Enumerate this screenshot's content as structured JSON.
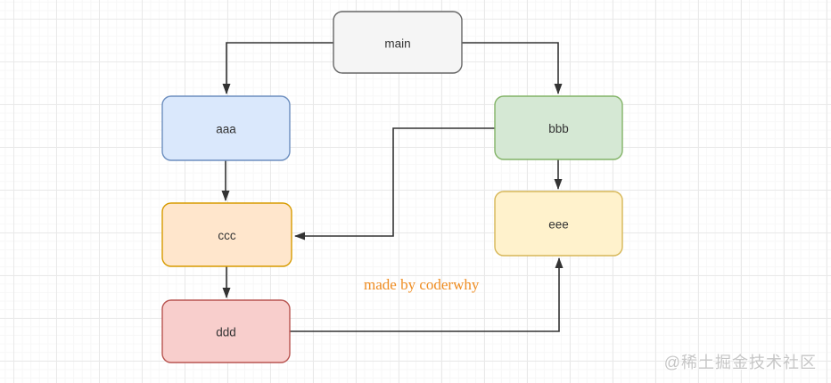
{
  "diagram": {
    "edge_color": "#333333",
    "nodes": [
      {
        "id": "main",
        "label": "main",
        "fill": "#f5f5f5",
        "stroke": "#666666"
      },
      {
        "id": "aaa",
        "label": "aaa",
        "fill": "#dae8fc",
        "stroke": "#6c8ebf"
      },
      {
        "id": "bbb",
        "label": "bbb",
        "fill": "#d5e8d4",
        "stroke": "#82b366"
      },
      {
        "id": "ccc",
        "label": "ccc",
        "fill": "#ffe6cc",
        "stroke": "#d79b00"
      },
      {
        "id": "ddd",
        "label": "ddd",
        "fill": "#f8cecc",
        "stroke": "#b85450"
      },
      {
        "id": "eee",
        "label": "eee",
        "fill": "#fff2cc",
        "stroke": "#d6b656"
      }
    ],
    "edges": [
      {
        "from": "main",
        "to": "aaa"
      },
      {
        "from": "main",
        "to": "bbb"
      },
      {
        "from": "aaa",
        "to": "ccc"
      },
      {
        "from": "bbb",
        "to": "ccc"
      },
      {
        "from": "ccc",
        "to": "ddd"
      },
      {
        "from": "bbb",
        "to": "eee"
      },
      {
        "from": "ddd",
        "to": "eee"
      }
    ]
  },
  "watermark": {
    "text": "made by coderwhy",
    "color": "#ef8d22"
  },
  "site_credit": {
    "text": "@稀土掘金技术社区",
    "color": "#c6c6c6"
  },
  "canvas": {
    "background": "#ffffff",
    "grid_major": "#e9e9e9",
    "grid_minor": "#f7f7f7"
  }
}
